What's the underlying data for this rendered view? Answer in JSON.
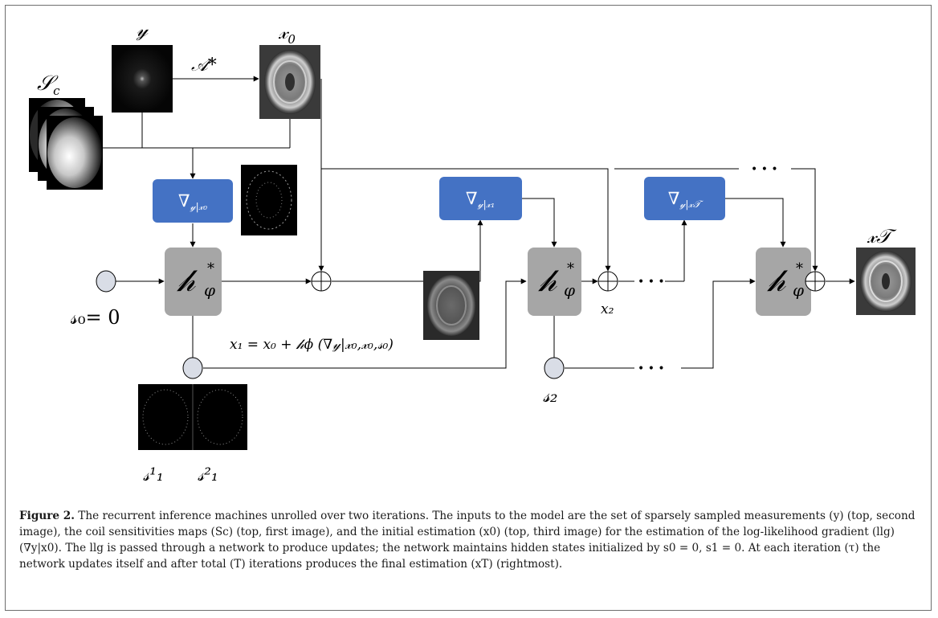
{
  "figure": {
    "labels": {
      "y": "𝓎",
      "x0": "𝓍",
      "x0_sub": "0",
      "a_star": "𝒜*",
      "sc": "𝒮",
      "sc_sub": "c",
      "grad_x0": "∇",
      "grad_x0_sub": "𝓎|𝓍₀",
      "grad_x1": "∇",
      "grad_x1_sub": "𝓎|𝓍₁",
      "grad_xt": "∇",
      "grad_xt_sub": "𝓎|𝓍𝒯",
      "h_phi": "𝒽",
      "h_phi_sup": "*",
      "h_phi_sub": "φ",
      "s0": "𝓈₀= 0",
      "x1_update": "𝑥₁ = 𝑥₀ + 𝒽ϕ (∇𝓎|𝓍₀,𝓍₀,𝓈₀)",
      "x2": "𝑥₂",
      "s2": "𝓈₂",
      "xt": "𝓍𝒯",
      "s1_1": "𝓈¹₁",
      "s1_2": "𝓈²₁",
      "ellipsis": "• • •"
    },
    "colors": {
      "grad_box": "#4472c4",
      "h_box": "#a6a6a6",
      "state_circle": "#d9dde6",
      "line": "#000000"
    }
  },
  "caption": {
    "label": "Figure 2.",
    "text": "The recurrent inference machines unrolled over two iterations. The inputs to the model are the set of sparsely sampled measurements (y) (top, second image), the coil sensitivities maps (Sc) (top, first image), and the initial estimation (x0) (top, third image) for the estimation of the log-likelihood gradient (llg) (∇y|x0). The llg is passed through a network to produce updates; the network maintains hidden states initialized by s0 = 0, s1 = 0. At each iteration (τ) the network updates itself and after total (T) iterations produces the final estimation (xT) (rightmost)."
  }
}
